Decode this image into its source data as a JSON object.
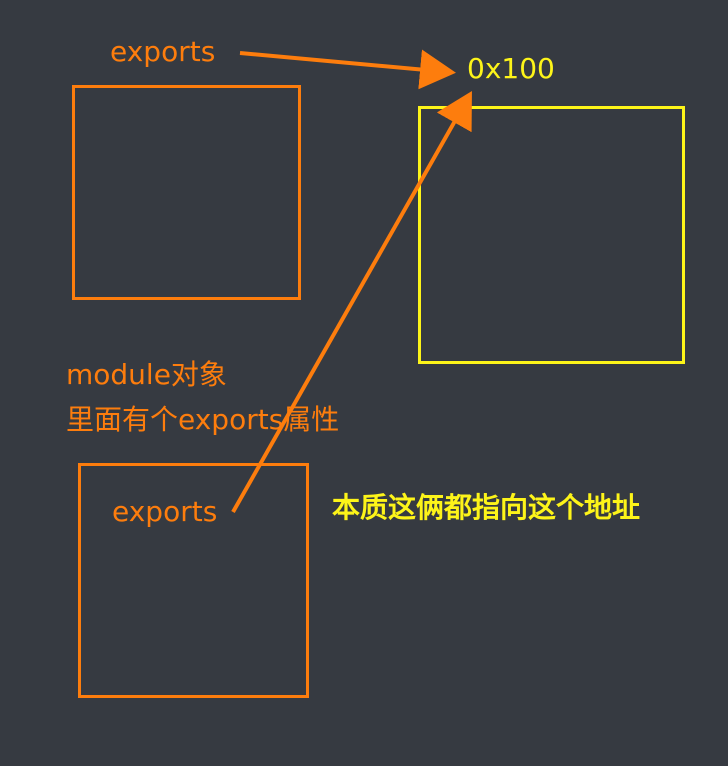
{
  "colors": {
    "background": "#363a41",
    "orange": "#fd7d0d",
    "yellow": "#fdf419"
  },
  "labels": {
    "exports_top": "exports",
    "address": "0x100",
    "module_line1": "module对象",
    "module_line2": "里面有个exports属性",
    "exports_inner": "exports",
    "note": "本质这俩都指向这个地址"
  }
}
